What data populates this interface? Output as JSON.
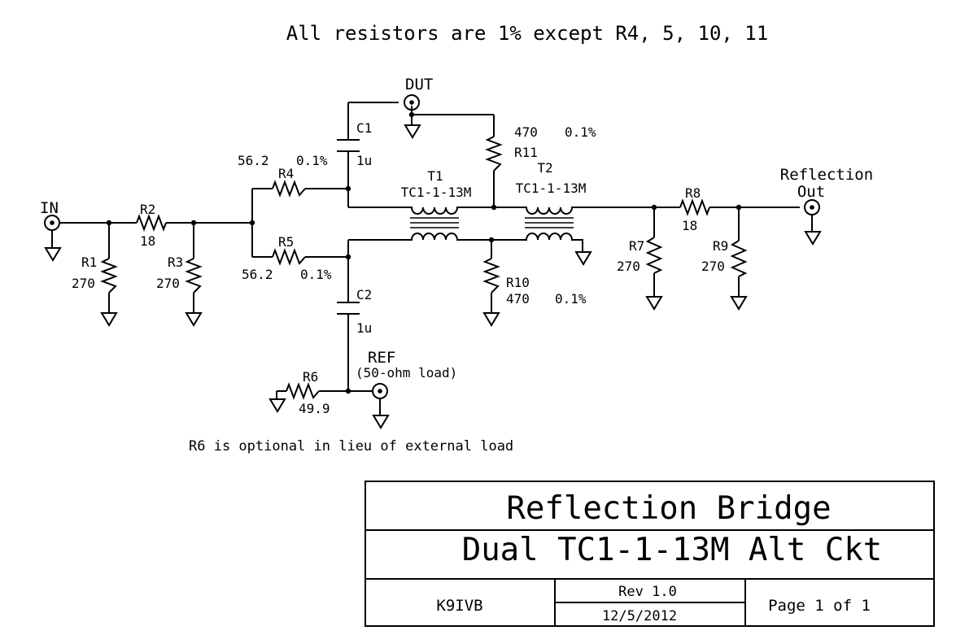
{
  "note_top": "All resistors are 1% except R4, 5, 10, 11",
  "note_bottom": "R6 is optional in lieu of external load",
  "ports": {
    "in": "IN",
    "dut": "DUT",
    "ref": "REF",
    "ref_sub": "(50-ohm load)",
    "out_line1": "Reflection",
    "out_line2": "Out"
  },
  "parts": {
    "r1": {
      "ref": "R1",
      "value": "270"
    },
    "r2": {
      "ref": "R2",
      "value": "18"
    },
    "r3": {
      "ref": "R3",
      "value": "270"
    },
    "r4": {
      "ref": "R4",
      "value": "56.2",
      "tol": "0.1%"
    },
    "r5": {
      "ref": "R5",
      "value": "56.2",
      "tol": "0.1%"
    },
    "r6": {
      "ref": "R6",
      "value": "49.9"
    },
    "r7": {
      "ref": "R7",
      "value": "270"
    },
    "r8": {
      "ref": "R8",
      "value": "18"
    },
    "r9": {
      "ref": "R9",
      "value": "270"
    },
    "r10": {
      "ref": "R10",
      "value": "470",
      "tol": "0.1%"
    },
    "r11": {
      "ref": "R11",
      "value": "470",
      "tol": "0.1%"
    },
    "c1": {
      "ref": "C1",
      "value": "1u"
    },
    "c2": {
      "ref": "C2",
      "value": "1u"
    },
    "t1": {
      "ref": "T1",
      "value": "TC1-1-13M"
    },
    "t2": {
      "ref": "T2",
      "value": "TC1-1-13M"
    }
  },
  "title_block": {
    "title": "Reflection Bridge",
    "subtitle": "Dual TC1-1-13M Alt Ckt",
    "author": "K9IVB",
    "rev": "Rev 1.0",
    "date": "12/5/2012",
    "page": "Page 1 of 1"
  }
}
